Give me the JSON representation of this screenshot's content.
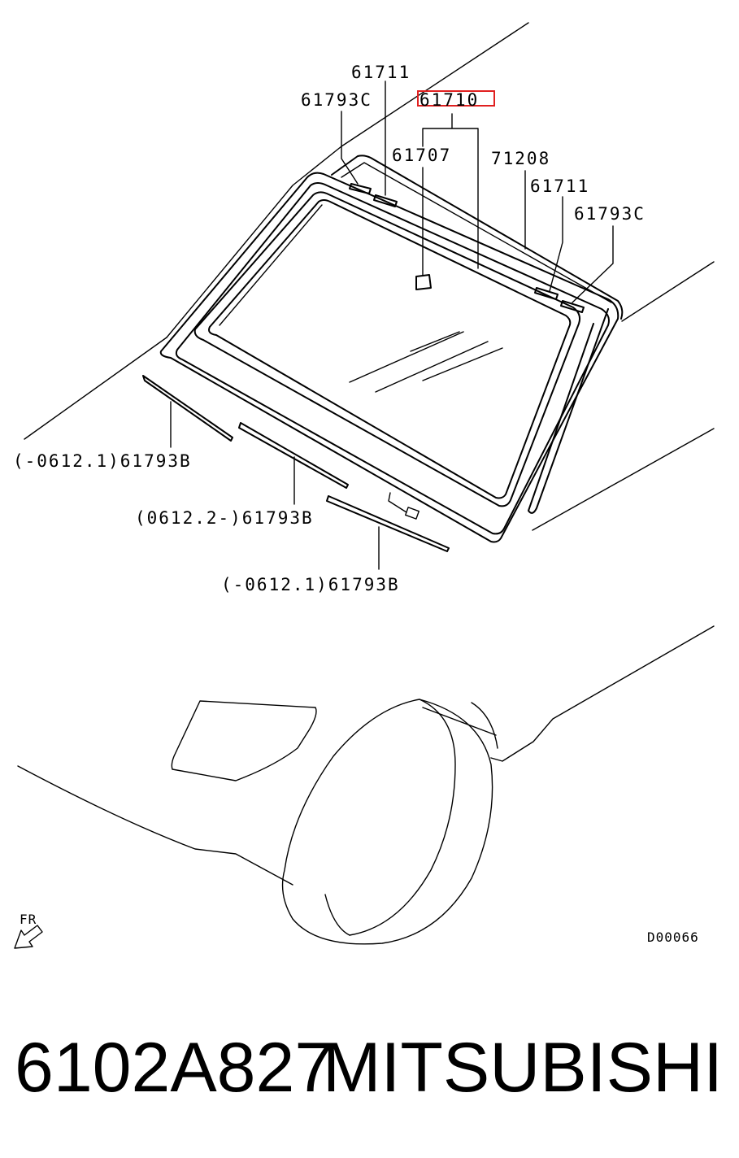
{
  "callouts": {
    "c61711_top": "61711",
    "c61793c_top": "61793C",
    "c61710": "61710",
    "c61707": "61707",
    "c71208": "71208",
    "c61711_right": "61711",
    "c61793c_right": "61793C",
    "c61793b_left": "(-0612.1)61793B",
    "c61793b_mid": "(0612.2-)61793B",
    "c61793b_bottom": "(-0612.1)61793B"
  },
  "highlight_color": "#e02020",
  "direction_label": "FR",
  "drawing_code": "D00066",
  "footer": {
    "part_number": "6102A827",
    "brand": "MITSUBISHI"
  }
}
